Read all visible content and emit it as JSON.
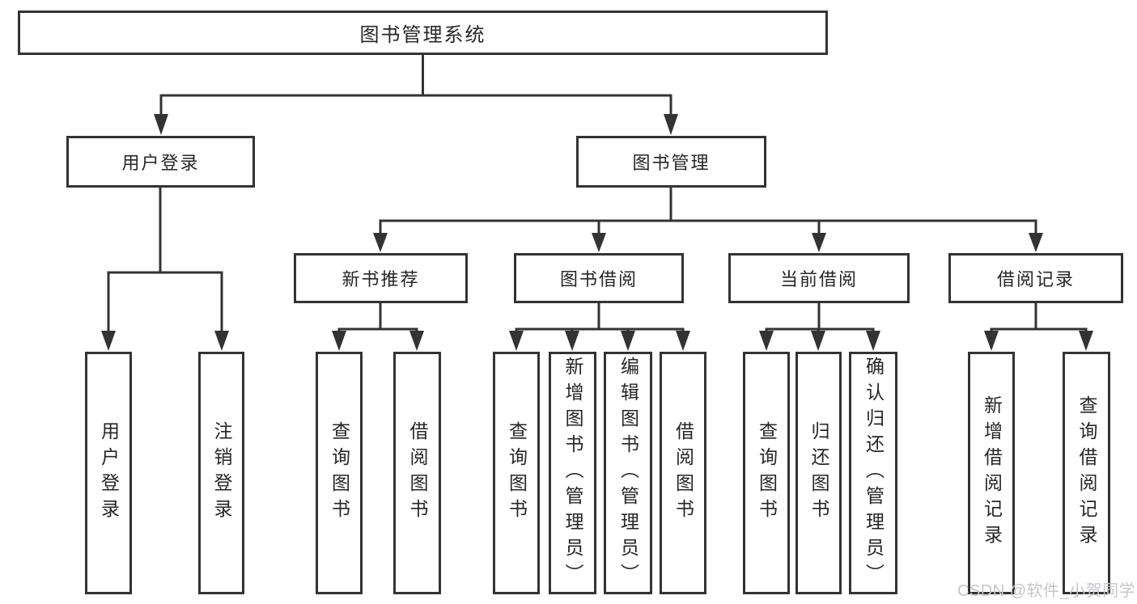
{
  "tree": {
    "label": "图书管理系统",
    "children": [
      {
        "label": "用户登录",
        "children": [
          {
            "label": "用户登录"
          },
          {
            "label": "注销登录"
          }
        ]
      },
      {
        "label": "图书管理",
        "children": [
          {
            "label": "新书推荐",
            "children": [
              {
                "label": "查询图书"
              },
              {
                "label": "借阅图书"
              }
            ]
          },
          {
            "label": "图书借阅",
            "children": [
              {
                "label": "查询图书"
              },
              {
                "label": "新增图书（管理员）"
              },
              {
                "label": "编辑图书（管理员）"
              },
              {
                "label": "借阅图书"
              }
            ]
          },
          {
            "label": "当前借阅",
            "children": [
              {
                "label": "查询图书"
              },
              {
                "label": "归还图书"
              },
              {
                "label": "确认归还（管理员）"
              }
            ]
          },
          {
            "label": "借阅记录",
            "children": [
              {
                "label": "新增借阅记录"
              },
              {
                "label": "查询借阅记录"
              }
            ]
          }
        ]
      }
    ]
  },
  "watermark": {
    "text": "CSDN @软件_小贺同学"
  },
  "colors": {
    "line": "#333333",
    "text": "#262626",
    "background": "#ffffff",
    "watermark": "#c6c6cb"
  }
}
